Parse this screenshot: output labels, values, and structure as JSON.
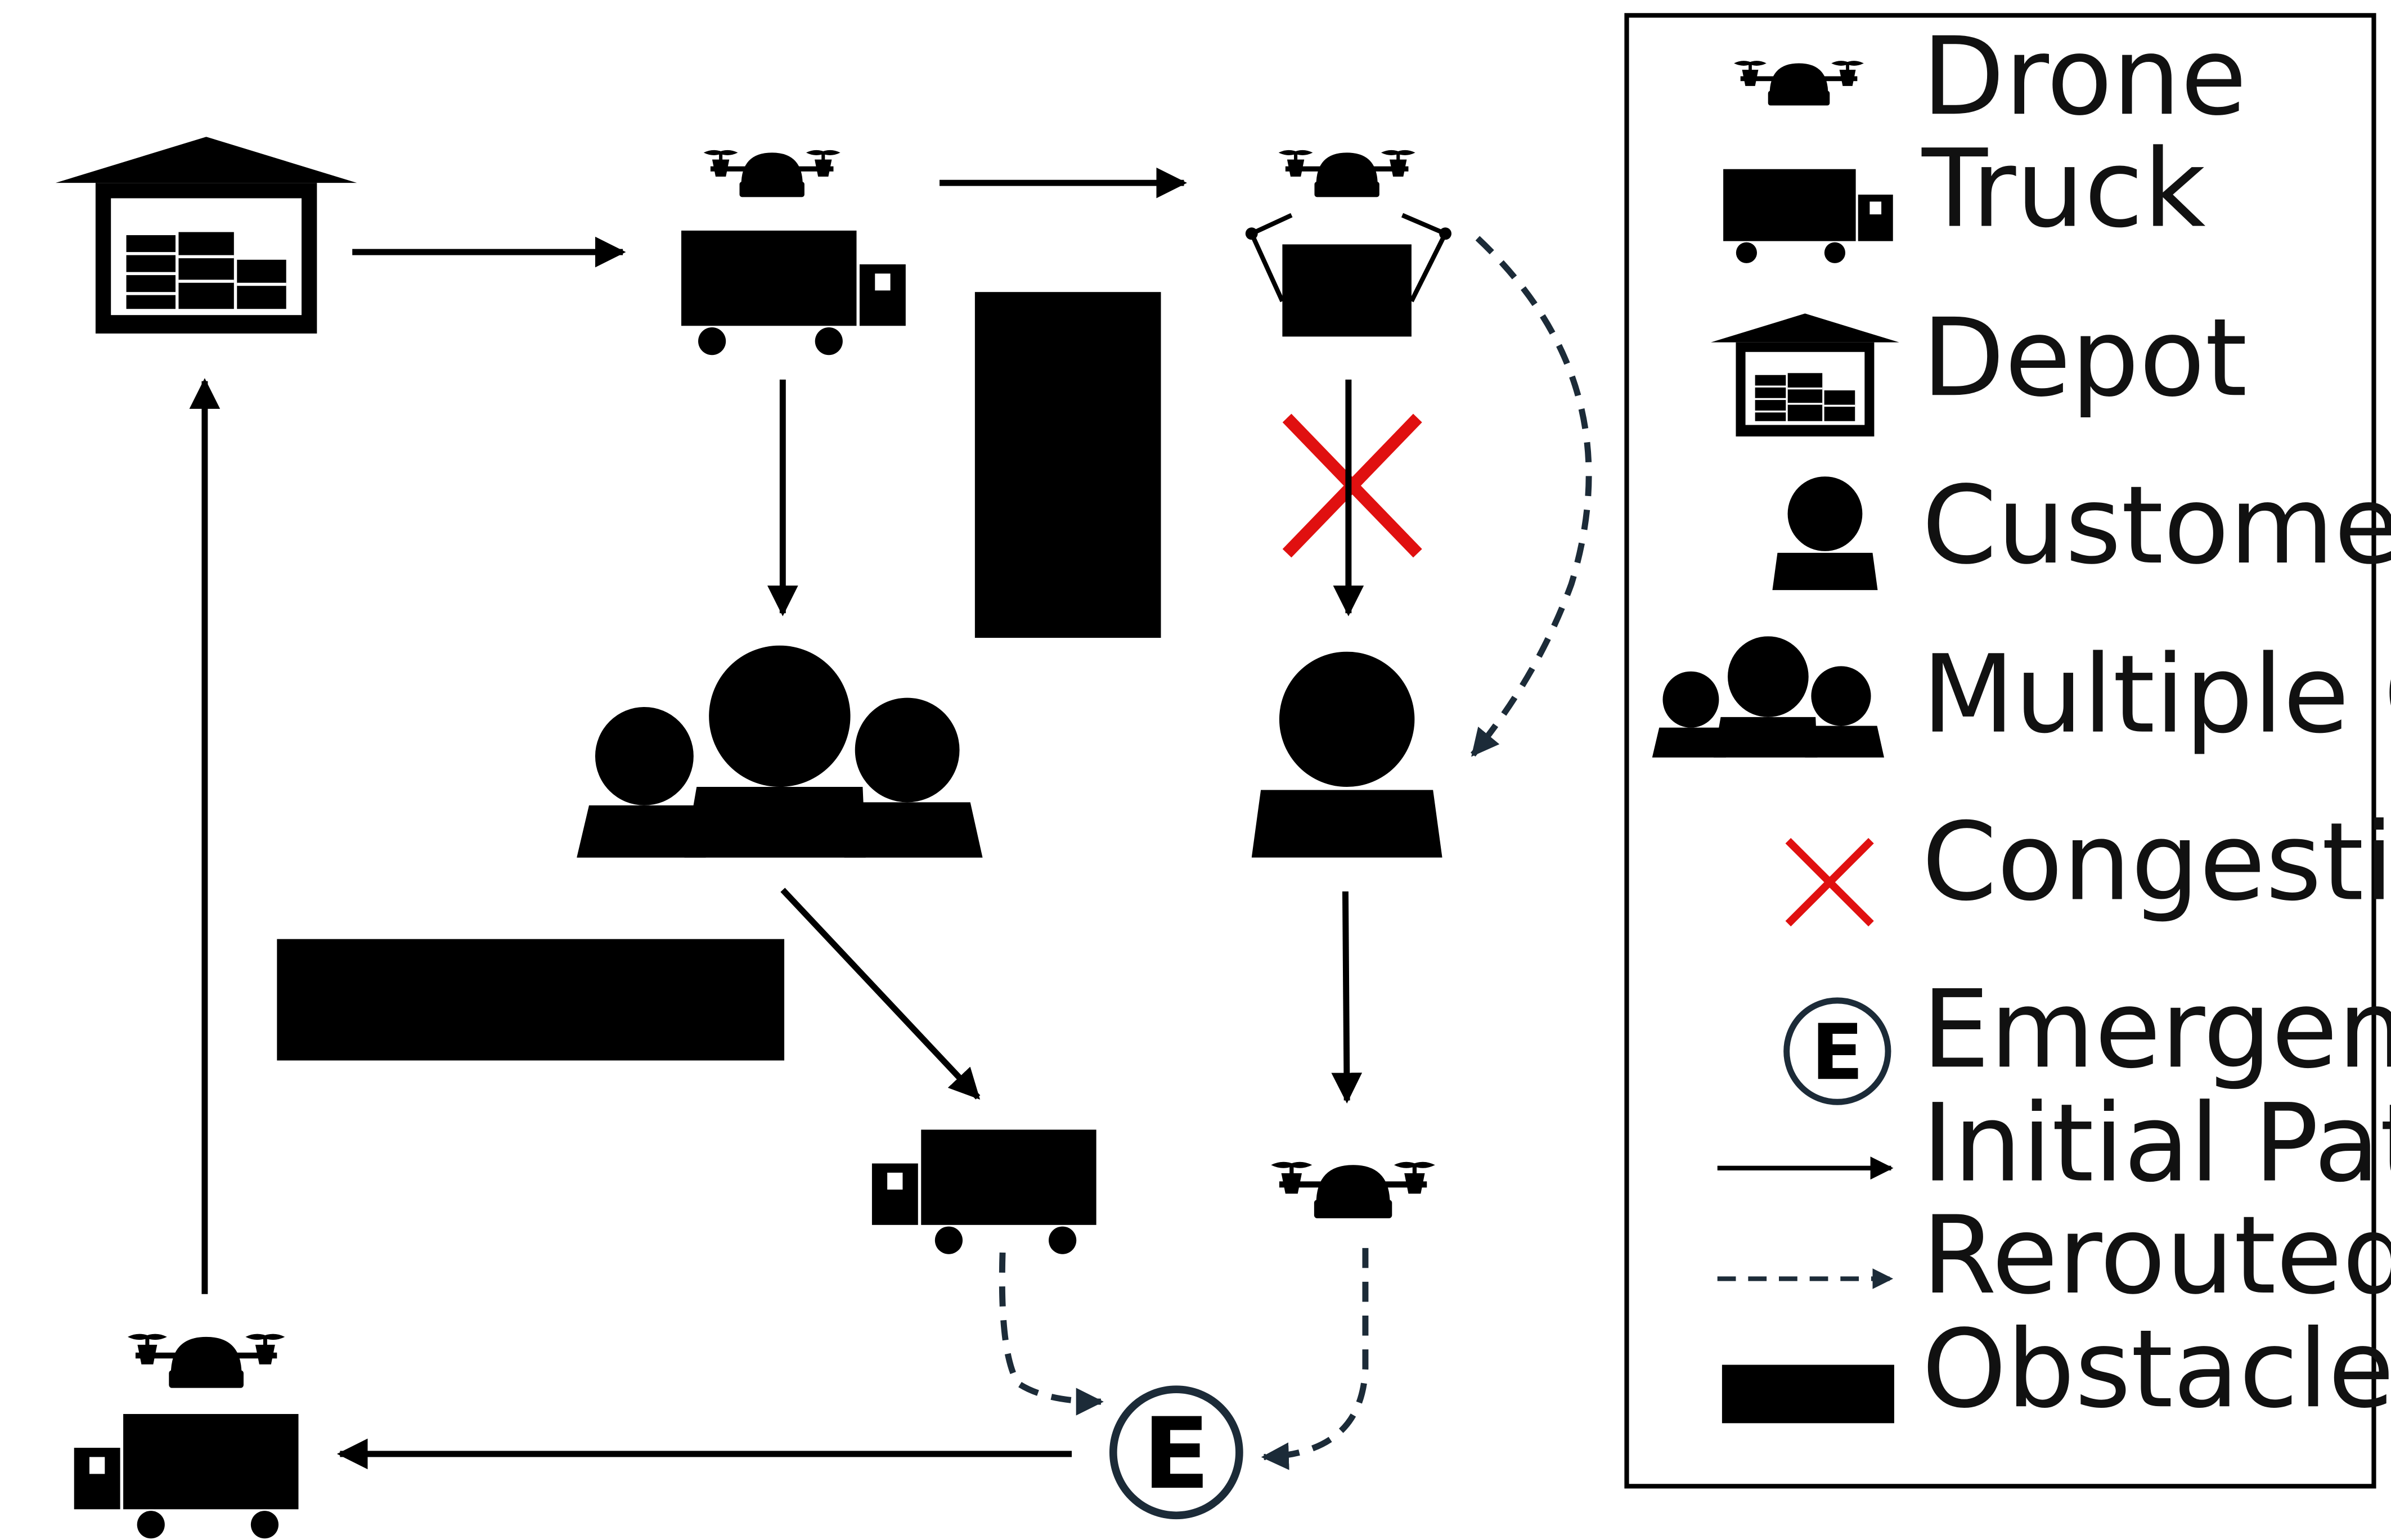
{
  "legend": {
    "drone": "Drone",
    "truck": "Truck",
    "depot": "Depot",
    "customer": "Customer",
    "multiple_customers": "Multiple Customers",
    "congestion_zone": "Congestion Zone",
    "emergency_landing": "Emergency Landing",
    "initial_path": "Initial Path",
    "rerouted_path": "Rerouted Path",
    "obstacle": "Obstacle"
  },
  "emergency_symbol": "E",
  "colors": {
    "ink": "#000000",
    "congestion": "#e01010",
    "rerouted": "#1c2b38",
    "emergency_ring": "#1c2b38"
  }
}
